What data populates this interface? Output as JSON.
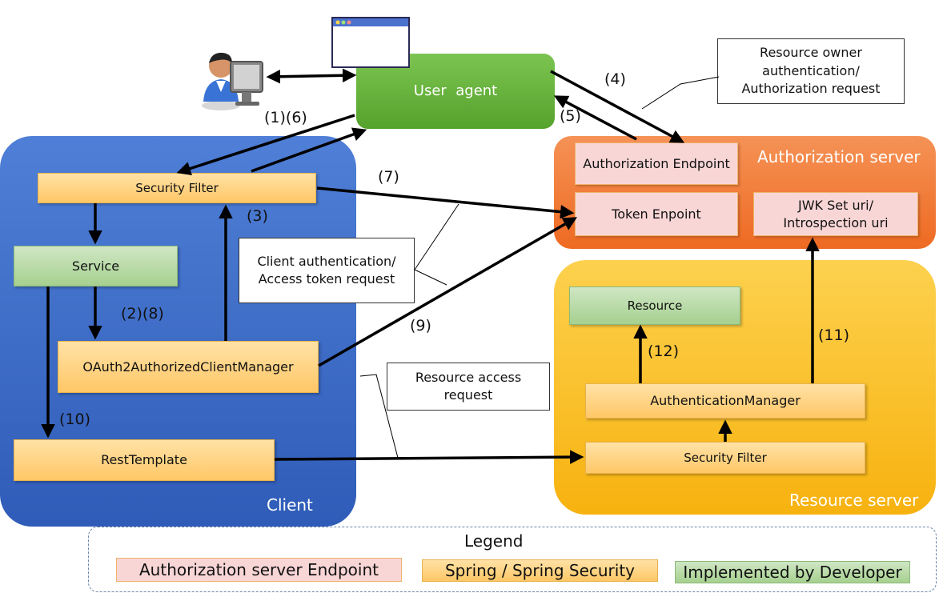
{
  "regions": {
    "client": "Client",
    "authorization_server": "Authorization server",
    "resource_server": "Resource server"
  },
  "boxes": {
    "user_agent": "User  agent",
    "security_filter_client": "Security Filter",
    "service": "Service",
    "authorized_client_manager": "OAuth2AuthorizedClientManager",
    "rest_template": "RestTemplate",
    "authorization_endpoint": "Authorization Endpoint",
    "token_endpoint": "Token Enpoint",
    "jwk_set_uri_line1": "JWK Set uri/",
    "jwk_set_uri_line2": "Introspection uri",
    "resource": "Resource",
    "authentication_manager": "AuthenticationManager",
    "security_filter_resource": "Security Filter"
  },
  "notes": {
    "resource_owner_line1": "Resource owner",
    "resource_owner_line2": "authentication/",
    "resource_owner_line3": "Authorization request",
    "client_auth_line1": "Client authentication/",
    "client_auth_line2": "Access token request",
    "resource_access_line1": "Resource access",
    "resource_access_line2": "request"
  },
  "steps": {
    "s1_6": "(1)(6)",
    "s2_8": "(2)(8)",
    "s3": "(3)",
    "s4": "(4)",
    "s5": "(5)",
    "s7": "(7)",
    "s9": "(9)",
    "s10": "(10)",
    "s11": "(11)",
    "s12": "(12)"
  },
  "legend": {
    "title": "Legend",
    "auth_endpoint": "Authorization server Endpoint",
    "spring": "Spring / Spring Security",
    "developer": "Implemented by Developer"
  },
  "colors": {
    "client_blue": "#3d67c4",
    "auth_orange": "#f07a36",
    "resource_yellow": "#fbbd1e",
    "user_agent_green": "#6cb53f"
  },
  "icons": {
    "user": "person-at-computer-icon",
    "browser": "browser-window-icon"
  }
}
